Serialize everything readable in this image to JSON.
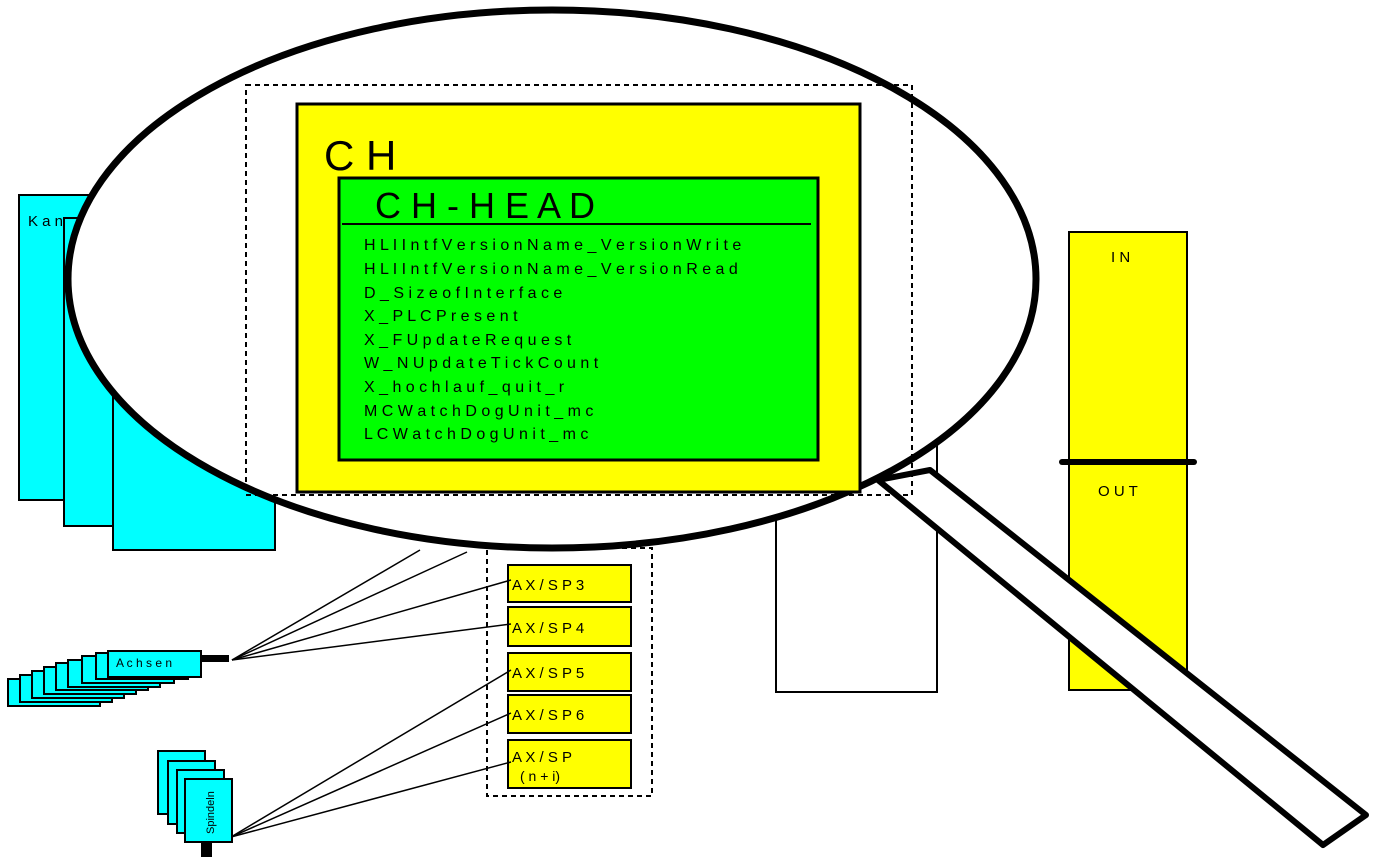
{
  "kanal_label": "K a n",
  "ch_label": "C H",
  "ch_head": {
    "title": "C H - H E A D",
    "items": [
      "H L I I n t f V e r s i o n N a m e _ V e r s i o n W r i t e",
      "H L I I n t f V e r s i o n N a m e _ V e r s i o n R e a d",
      "D _ S i z e o f I n t e r f a c e",
      "X _ P L C P r e s e n t",
      "X _ F U p d a t e R e q u e s t",
      "W _ N U p d a t e T i c k C o u n t",
      "X _ h o c h l a u f _ q u i t _ r",
      "M C W a t c h D o g U n i t _ m c",
      "L C W a t c h D o g U n i t _ m c"
    ]
  },
  "ax_boxes": [
    "A X  / S P 3",
    "A X  / S P 4",
    "A X  / S P 5",
    "A X  / S P 6"
  ],
  "ax_last": {
    "line1": "A X  / S P",
    "line2": "( n + i)"
  },
  "achsen_label": "A c h s e n",
  "spindeln_label": "Spindeln",
  "in_label": "I N",
  "out_label": "O U T",
  "colors": {
    "cyan": "#00ffff",
    "yellow": "#ffff00",
    "green": "#00ff00"
  }
}
